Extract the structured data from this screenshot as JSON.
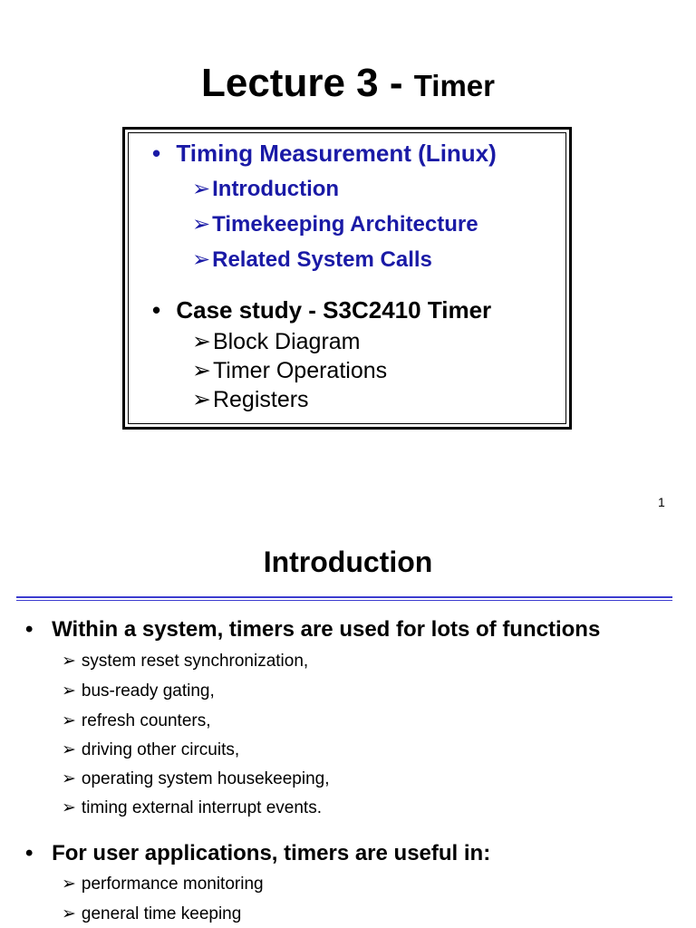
{
  "slide1": {
    "title_main": "Lecture 3",
    "title_dash": " - ",
    "title_sub": "Timer",
    "sections": [
      {
        "bullet": "•",
        "heading": "Timing Measurement (Linux)",
        "items": [
          "Introduction",
          "Timekeeping Architecture",
          "Related System Calls"
        ]
      },
      {
        "bullet": "•",
        "heading": "Case study - S3C2410 Timer",
        "items": [
          "Block Diagram",
          "Timer Operations",
          "Registers"
        ]
      }
    ],
    "page_number": "1"
  },
  "slide2": {
    "title": "Introduction",
    "bullets": [
      {
        "bullet": "•",
        "text": "Within a system, timers are used for lots of functions",
        "items": [
          "system reset synchronization,",
          "bus-ready gating,",
          "refresh counters,",
          "driving other circuits,",
          "operating system housekeeping,",
          "timing external interrupt events."
        ]
      },
      {
        "bullet": "•",
        "text": "For user applications, timers are useful in:",
        "items": [
          "performance monitoring",
          "general time keeping"
        ]
      }
    ]
  },
  "colors": {
    "accent_blue": "#1a1aa6",
    "rule_blue": "#3c3ccf"
  },
  "icons": {
    "sub_bullet": "arrowhead-icon"
  }
}
